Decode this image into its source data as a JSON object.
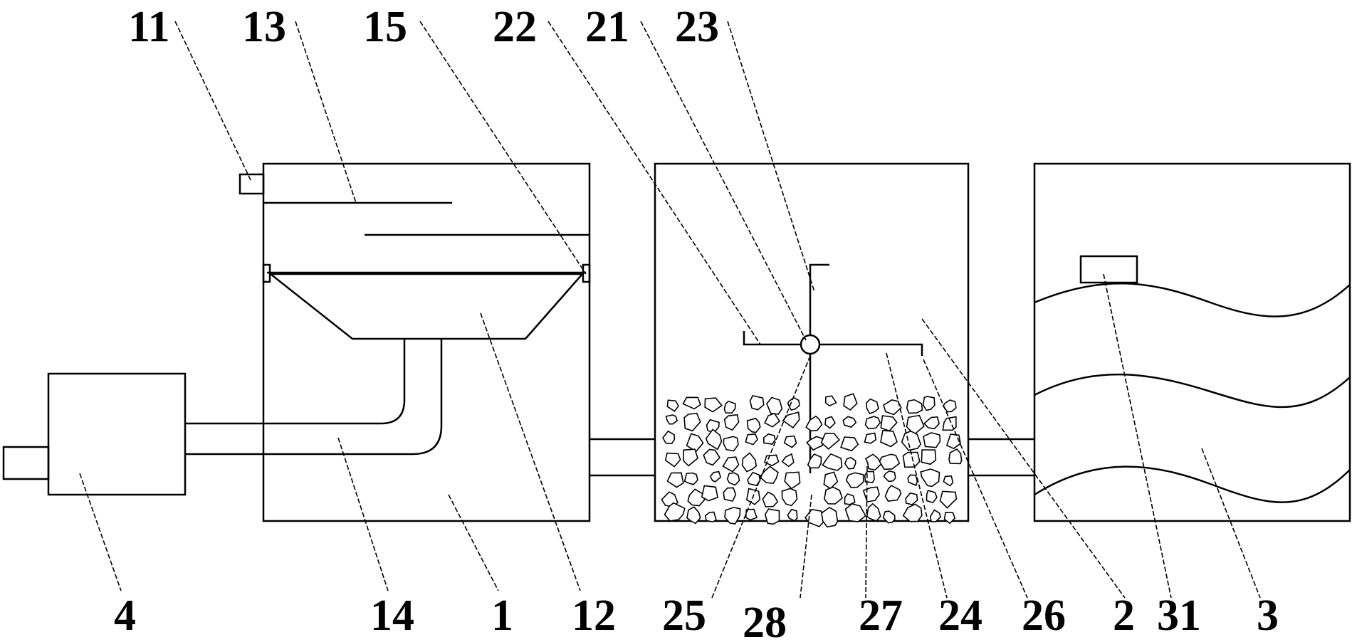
{
  "labels": {
    "l11": "11",
    "l13": "13",
    "l15": "15",
    "l22": "22",
    "l21": "21",
    "l23": "23",
    "l4": "4",
    "l14": "14",
    "l1": "1",
    "l12": "12",
    "l25": "25",
    "l28": "28",
    "l27": "27",
    "l24": "24",
    "l26": "26",
    "l2": "2",
    "l31": "31",
    "l3": "3"
  }
}
